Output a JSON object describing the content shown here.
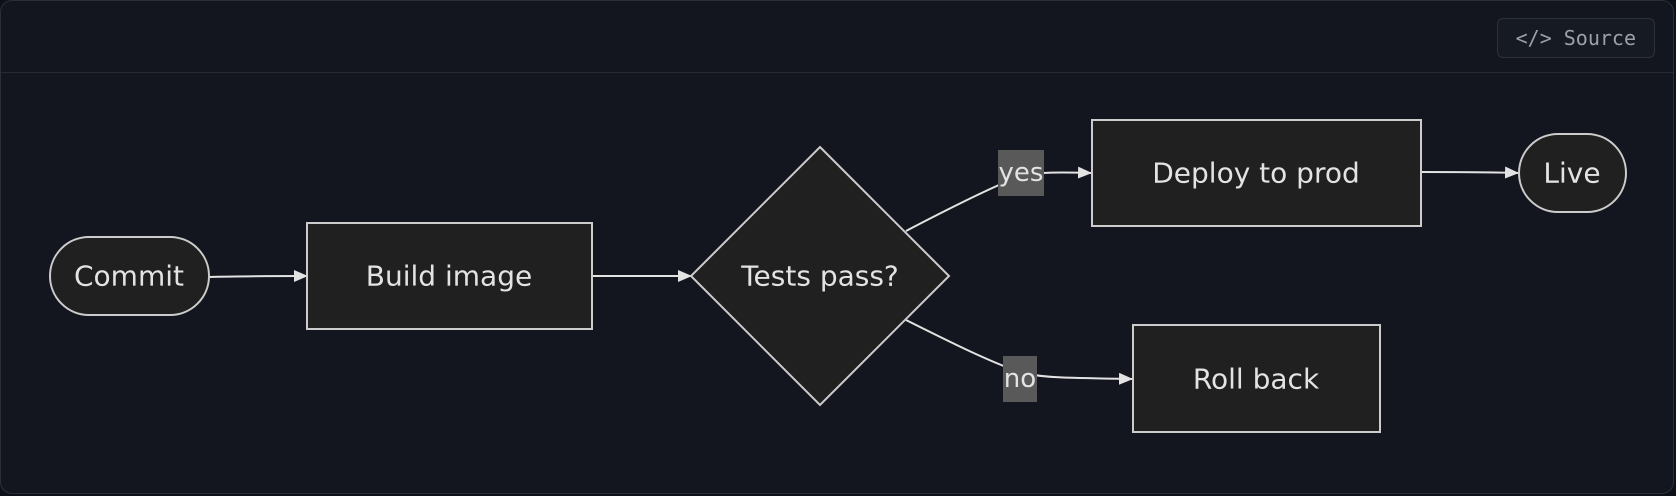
{
  "toolbar": {
    "source_icon": "</>",
    "source_label": "Source"
  },
  "diagram": {
    "nodes": {
      "commit": "Commit",
      "build": "Build image",
      "tests": "Tests pass?",
      "deploy": "Deploy to prod",
      "live": "Live",
      "rollback": "Roll back"
    },
    "edges": {
      "yes_label": "yes",
      "no_label": "no"
    }
  },
  "colors": {
    "background": "#13161e",
    "node_fill": "#1f201f",
    "node_stroke": "#cccccc",
    "edge_label_bg": "#595959"
  }
}
